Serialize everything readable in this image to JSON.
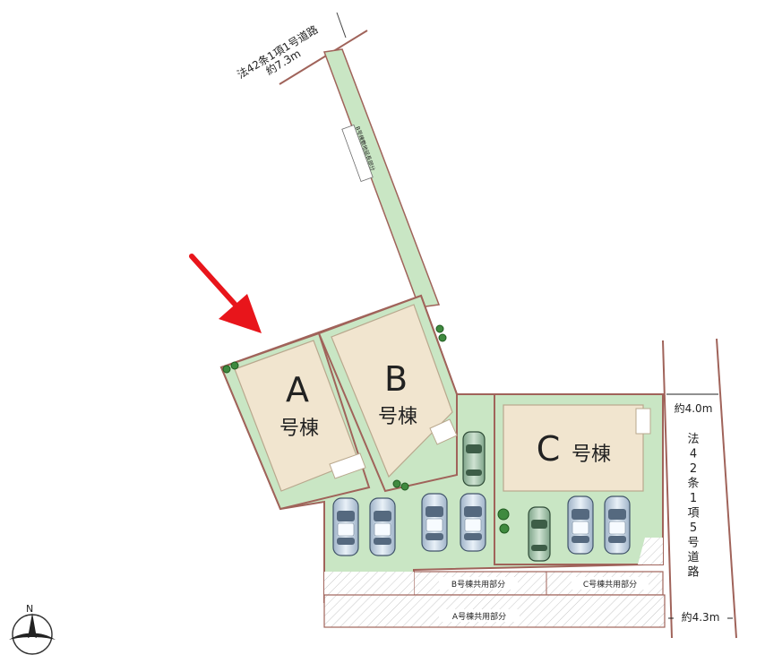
{
  "roads": {
    "north_road_type": "法42条1項1号道路",
    "north_road_width": "約7.3m",
    "east_road_type": "法42条1項5号道路",
    "east_road_width_top": "約4.0m",
    "east_road_width_bottom": "約4.3m"
  },
  "buildings": {
    "a": {
      "letter": "A",
      "suffix": "号棟"
    },
    "b": {
      "letter": "B",
      "suffix": "号棟"
    },
    "c": {
      "letter": "C",
      "suffix": "号棟"
    }
  },
  "shared_areas": {
    "b_shared": "B号棟共用部分",
    "c_shared": "C号棟共用部分",
    "a_shared": "A号棟共用部分",
    "driveway_label": "B号棟敷地延長部分"
  },
  "compass": {
    "north_letter": "N"
  },
  "colors": {
    "lot_green": "#c9e6c4",
    "lot_border": "#a0635a",
    "building_fill": "#f1e5cf",
    "highlight_arrow": "#e8151b"
  }
}
